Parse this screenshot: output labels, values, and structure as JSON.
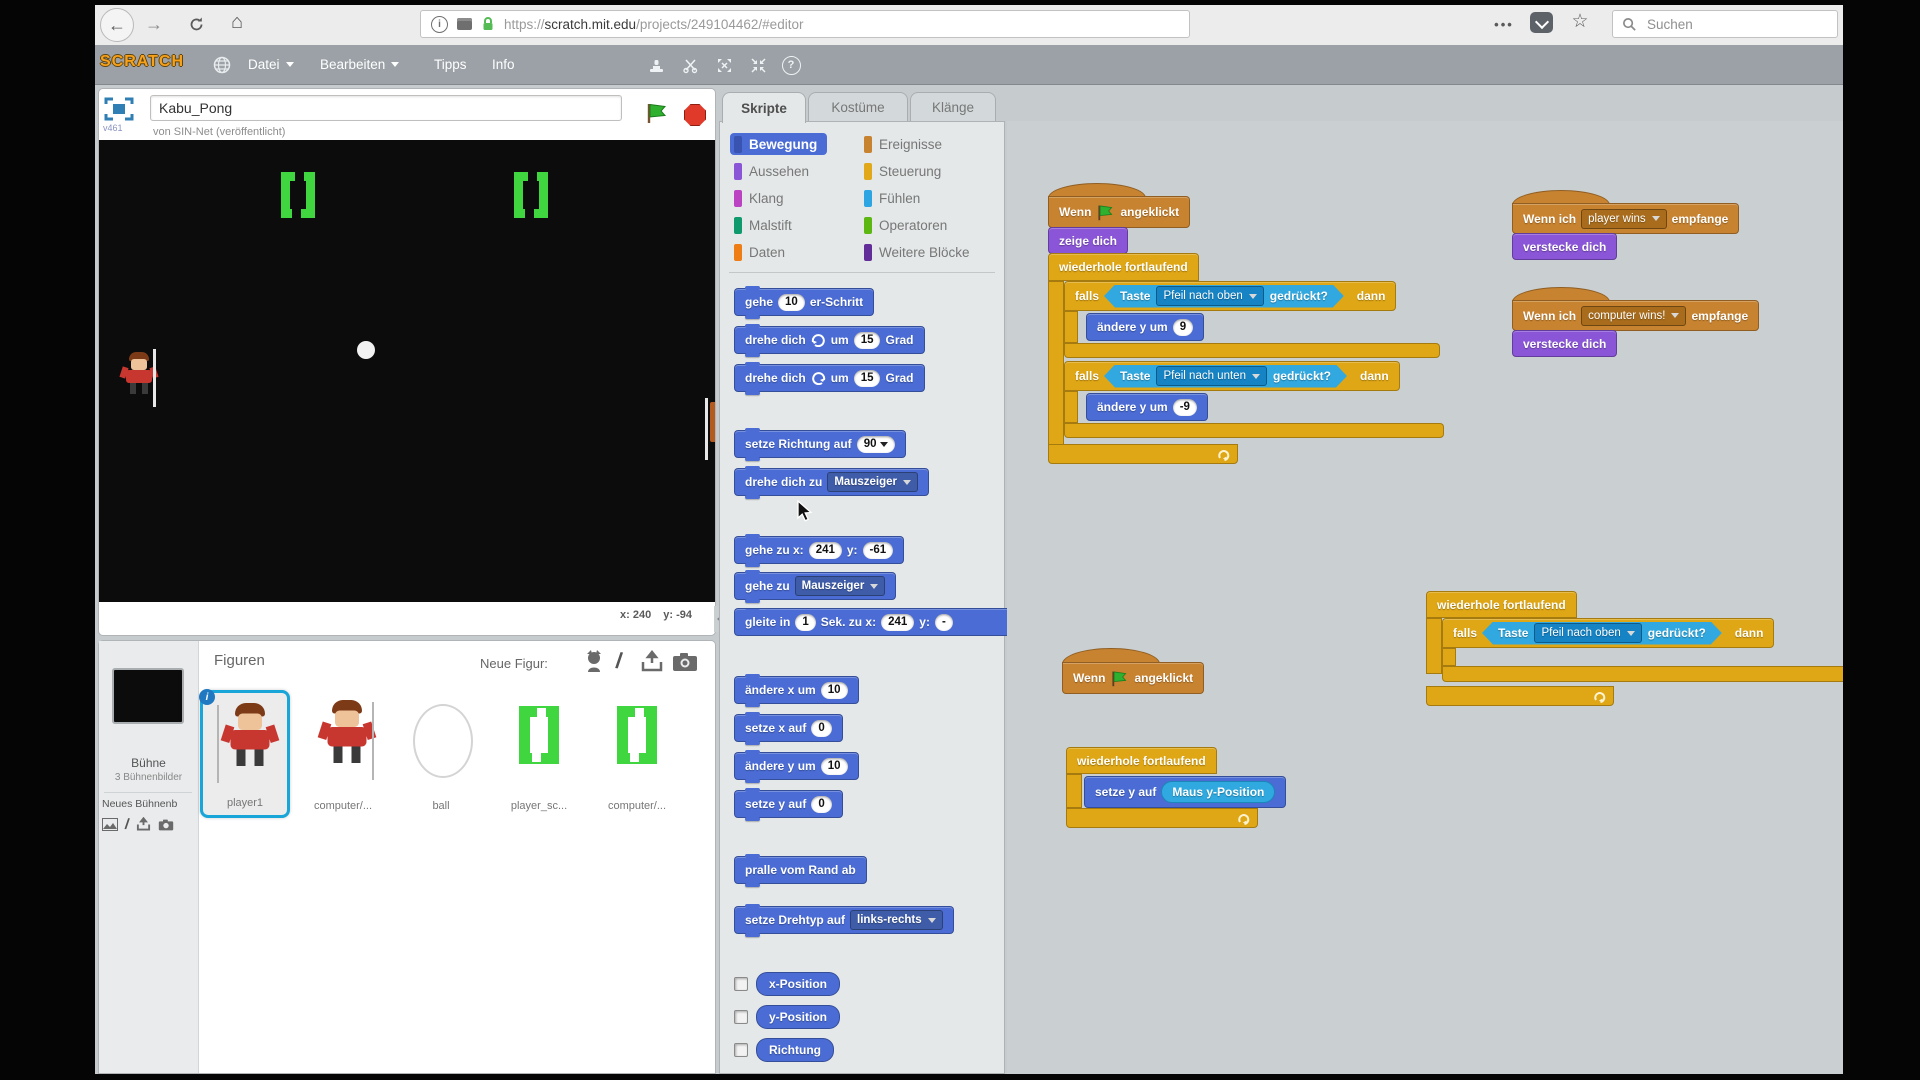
{
  "browser": {
    "url": {
      "scheme": "https://",
      "domain": "scratch.mit.edu",
      "path": "/projects/249104462/#editor"
    },
    "menu_dots": "•••",
    "search": {
      "placeholder": "Suchen"
    },
    "info_glyph": "i"
  },
  "menubar": {
    "logo": "SCRATCH",
    "items": [
      "Datei",
      "Bearbeiten",
      "Tipps",
      "Info"
    ],
    "help_glyph": "?"
  },
  "stage_header": {
    "version": "v461",
    "title": "Kabu_Pong",
    "byline": "von SIN-Net (veröffentlicht)"
  },
  "stage": {
    "score_left": "0",
    "score_right": "0",
    "mouse_x": "x: 240",
    "mouse_y": "y: -94"
  },
  "sprites_panel": {
    "title": "Figuren",
    "new_sprite_label": "Neue Figur:",
    "stage_item": {
      "name": "Bühne",
      "count": "3 Bühnenbilder",
      "new_backdrop": "Neues Bühnenb"
    },
    "sprites": [
      {
        "name": "player1"
      },
      {
        "name": "computer/..."
      },
      {
        "name": "ball"
      },
      {
        "name": "player_sc..."
      },
      {
        "name": "computer/..."
      }
    ]
  },
  "tabs": [
    {
      "label": "Skripte"
    },
    {
      "label": "Kostüme"
    },
    {
      "label": "Klänge"
    }
  ],
  "categories": {
    "col1": [
      {
        "label": "Bewegung",
        "color": "#4A6CD4"
      },
      {
        "label": "Aussehen",
        "color": "#8A55D7"
      },
      {
        "label": "Klang",
        "color": "#BB42C3"
      },
      {
        "label": "Malstift",
        "color": "#0E9A6C"
      },
      {
        "label": "Daten",
        "color": "#EE7D16"
      }
    ],
    "col2": [
      {
        "label": "Ereignisse",
        "color": "#C88330"
      },
      {
        "label": "Steuerung",
        "color": "#E1A91A"
      },
      {
        "label": "Fühlen",
        "color": "#2CA5E2"
      },
      {
        "label": "Operatoren",
        "color": "#5CB712"
      },
      {
        "label": "Weitere Blöcke",
        "color": "#632D99"
      }
    ]
  },
  "palette": {
    "move": {
      "t1": "gehe",
      "v": "10",
      "t2": "er-Schritt"
    },
    "turn_cw": {
      "t1": "drehe dich",
      "t2": "um",
      "v": "15",
      "t3": "Grad"
    },
    "turn_ccw": {
      "t1": "drehe dich",
      "t2": "um",
      "v": "15",
      "t3": "Grad"
    },
    "set_dir": {
      "t1": "setze Richtung auf",
      "v": "90"
    },
    "point": {
      "t1": "drehe dich zu",
      "dd": "Mauszeiger"
    },
    "goto_xy": {
      "t1": "gehe zu x:",
      "vx": "241",
      "t2": "y:",
      "vy": "-61"
    },
    "goto": {
      "t1": "gehe zu",
      "dd": "Mauszeiger"
    },
    "glide": {
      "t1": "gleite in",
      "v": "1",
      "t2": "Sek. zu x:",
      "vx": "241",
      "t3": "y:",
      "vy": "-"
    },
    "change_x": {
      "t1": "ändere x um",
      "v": "10"
    },
    "set_x": {
      "t1": "setze x auf",
      "v": "0"
    },
    "change_y": {
      "t1": "ändere y um",
      "v": "10"
    },
    "set_y": {
      "t1": "setze y auf",
      "v": "0"
    },
    "bounce": {
      "t1": "pralle vom Rand ab"
    },
    "rot_style": {
      "t1": "setze Drehtyp auf",
      "dd": "links-rechts"
    },
    "reporters": [
      {
        "label": "x-Position"
      },
      {
        "label": "y-Position"
      },
      {
        "label": "Richtung"
      }
    ]
  },
  "scripts": {
    "s1": {
      "hat_t1": "Wenn",
      "hat_t2": "angeklickt",
      "show": "zeige dich",
      "forever": "wiederhole fortlaufend",
      "if1": {
        "falls": "falls",
        "taste": "Taste",
        "key": "Pfeil nach oben",
        "gedrueckt": "gedrückt?",
        "dann": "dann",
        "body_t": "ändere y um",
        "body_v": "9"
      },
      "if2": {
        "falls": "falls",
        "taste": "Taste",
        "key": "Pfeil nach unten",
        "gedrueckt": "gedrückt?",
        "dann": "dann",
        "body_t": "ändere y um",
        "body_v": "-9"
      }
    },
    "s2": {
      "t1": "Wenn ich",
      "msg": "player wins",
      "t2": "empfange",
      "body": "verstecke dich"
    },
    "s3": {
      "t1": "Wenn ich",
      "msg": "computer wins!",
      "t2": "empfange",
      "body": "verstecke dich"
    },
    "s4": {
      "hat_t1": "Wenn",
      "hat_t2": "angeklickt"
    },
    "s5": {
      "forever": "wiederhole fortlaufend",
      "falls": "falls",
      "taste": "Taste",
      "key": "Pfeil nach oben",
      "gedrueckt": "gedrückt?",
      "dann": "dann"
    },
    "s6": {
      "forever": "wiederhole fortlaufend",
      "t1": "setze y auf",
      "reporter": "Maus y-Position"
    }
  },
  "colors": {
    "motion_blue": "#4A6CD4",
    "control_gold": "#DFA615",
    "events_brown": "#C88330",
    "looks_purple": "#8A55D7",
    "sensing_cyan": "#31A9E0",
    "digit_green": "#3FD63F",
    "flag_green": "#2FB12F",
    "stop_red": "#E03A2A",
    "selected_sprite_border": "#18A5D8"
  }
}
